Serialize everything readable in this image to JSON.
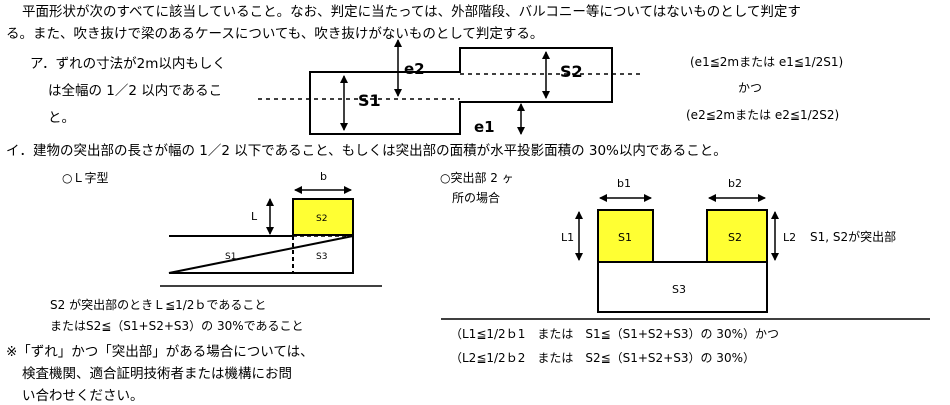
{
  "intro": {
    "line1": "平面形状が次のすべてに該当していること。なお、判定に当たっては、外部階段、バルコニー等についてはないものとして判定す",
    "line2": "る。また、吹き抜けで梁のあるケースについても、吹き抜けがないものとして判定する。"
  },
  "item_a": {
    "line1": "ア．ずれの寸法が2m以内もしく",
    "line2": "は全幅の 1／2 以内であるこ",
    "line3": "と。"
  },
  "diagram_a": {
    "e1": "e1",
    "e2": "e2",
    "s1": "S1",
    "s2": "S2",
    "cond1": "(e1≦2mまたは e1≦1/2S1)",
    "katsu": "かつ",
    "cond2": "(e2≦2mまたは e2≦1/2S2)"
  },
  "item_i": {
    "line": "イ．建物の突出部の長さが幅の 1／2 以下であること、もしくは突出部の面積が水平投影面積の 30%以内であること。"
  },
  "l_shape": {
    "title": "○Ｌ字型",
    "b": "b",
    "L": "L",
    "s1": "S1",
    "s2": "S2",
    "s3": "S3",
    "note1": "S2 が突出部のときＬ≦1/2ｂであること",
    "note2": "またはS2≦（S1+S2+S3）の 30%であること"
  },
  "two_proj": {
    "title1": "○突出部 2 ヶ",
    "title2": "所の場合",
    "b1": "b1",
    "b2": "b2",
    "L1": "L1",
    "L2": "L2",
    "s1": "S1",
    "s2": "S2",
    "s3": "S3",
    "label": "S1, S2が突出部",
    "cond1": "（L1≦1/2ｂ1　または　S1≦（S1+S2+S3）の 30%）かつ",
    "cond2": "（L2≦1/2ｂ2　または　S2≦（S1+S2+S3）の 30%）"
  },
  "footnote": {
    "line1": "※「ずれ」かつ「突出部」がある場合については、",
    "line2": "検査機関、適合証明技術者または機構にお問",
    "line3": "い合わせください。"
  },
  "colors": {
    "highlight": "#FFFF33",
    "line": "#000000"
  }
}
